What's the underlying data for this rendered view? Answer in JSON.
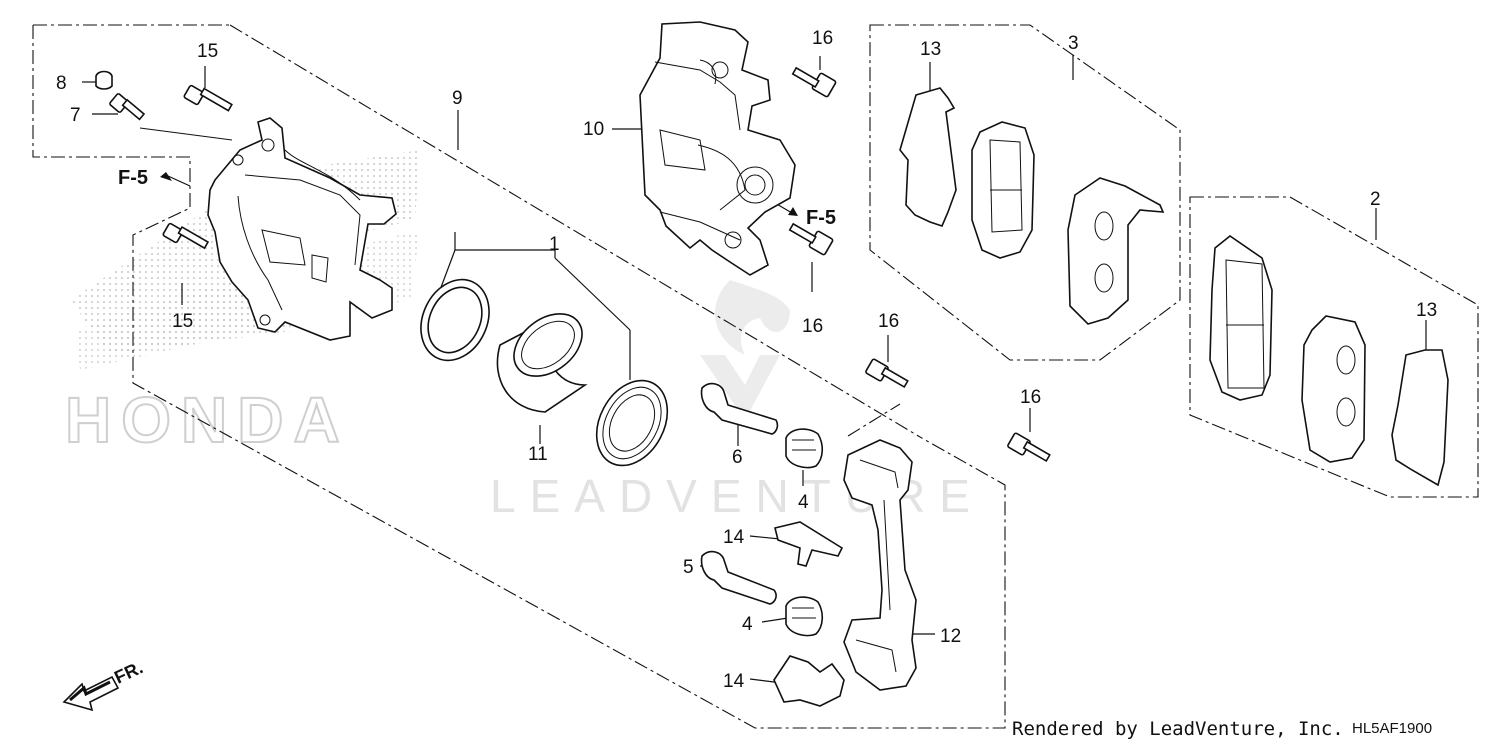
{
  "diagram": {
    "watermark_text": "LEADVENTURE",
    "brand_watermark": "HONDA",
    "footer_credit": "Rendered by LeadVenture, Inc.",
    "diagram_code": "HL5AF1900",
    "front_indicator": "FR.",
    "references": [
      "F-5",
      "F-5"
    ],
    "callouts": {
      "c1": "1",
      "c2": "2",
      "c3": "3",
      "c4a": "4",
      "c4b": "4",
      "c5": "5",
      "c6": "6",
      "c7": "7",
      "c8": "8",
      "c9": "9",
      "c10": "10",
      "c11": "11",
      "c12": "12",
      "c13a": "13",
      "c13b": "13",
      "c14a": "14",
      "c14b": "14",
      "c15a": "15",
      "c15b": "15",
      "c16a": "16",
      "c16b": "16",
      "c16c": "16",
      "c16d": "16"
    }
  }
}
